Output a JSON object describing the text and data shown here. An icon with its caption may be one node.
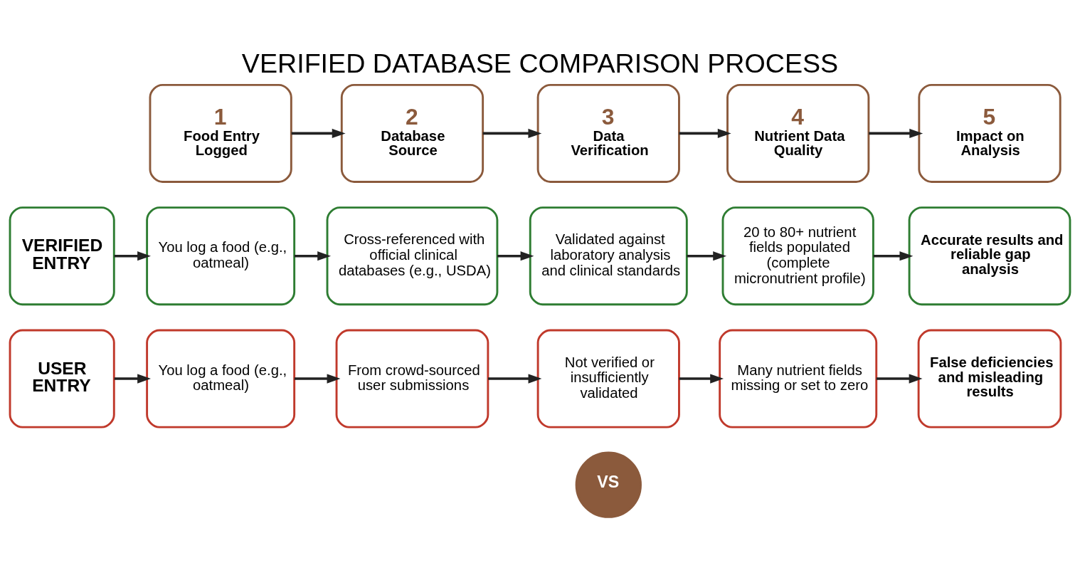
{
  "diagram": {
    "title": "VERIFIED DATABASE COMPARISON PROCESS",
    "nodes": [
      {
        "text": [
          "1",
          "Food Entry Logged"
        ]
      },
      {
        "text": [
          "2",
          "Database Source"
        ]
      },
      {
        "text": [
          "3",
          "Data Verification"
        ]
      },
      {
        "text": [
          "4",
          "Nutrient Data Quality"
        ]
      },
      {
        "text": [
          "5",
          "Impact on Analysis"
        ]
      },
      {
        "text": [
          "VERIFIED ENTRY"
        ]
      },
      {
        "text": [
          "You log a food (e.g., oatmeal)"
        ]
      },
      {
        "text": [
          "Cross-referenced with official clinical databases (e.g., USDA)"
        ]
      },
      {
        "text": [
          "Validated against laboratory analysis and clinical standards"
        ]
      },
      {
        "text": [
          "20 to 80+ nutrient fields populated (complete micronutrient profile)"
        ]
      },
      {
        "text": [
          "Accurate results and reliable gap analysis"
        ]
      },
      {
        "text": [
          "VS"
        ]
      },
      {
        "text": [
          "USER ENTRY"
        ]
      },
      {
        "text": [
          "You log a food (e.g., oatmeal)"
        ]
      },
      {
        "text": [
          "From crowd-sourced user submissions"
        ]
      },
      {
        "text": [
          "Not verified or insufficiently validated"
        ]
      },
      {
        "text": [
          "Many nutrient fields missing or set to zero"
        ]
      },
      {
        "text": [
          "False deficiencies and misleading results"
        ]
      }
    ],
    "edges": [
      {
        "from": 0,
        "to": 1,
        "arrow": "to"
      },
      {
        "from": 1,
        "to": 2,
        "arrow": "to"
      },
      {
        "from": 2,
        "to": 3,
        "arrow": "to"
      },
      {
        "from": 3,
        "to": 4,
        "arrow": "to"
      },
      {
        "from": 5,
        "to": 6,
        "arrow": "to"
      },
      {
        "from": 6,
        "to": 7,
        "arrow": "to"
      },
      {
        "from": 7,
        "to": 8,
        "arrow": "to"
      },
      {
        "from": 8,
        "to": 9,
        "arrow": "to"
      },
      {
        "from": 9,
        "to": 10,
        "arrow": "to"
      },
      {
        "from": 12,
        "to": 13,
        "arrow": "to"
      },
      {
        "from": 13,
        "to": 14,
        "arrow": "to"
      },
      {
        "from": 14,
        "to": 15,
        "arrow": "to"
      },
      {
        "from": 15,
        "to": 16,
        "arrow": "to"
      },
      {
        "from": 16,
        "to": 17,
        "arrow": "to"
      }
    ]
  }
}
